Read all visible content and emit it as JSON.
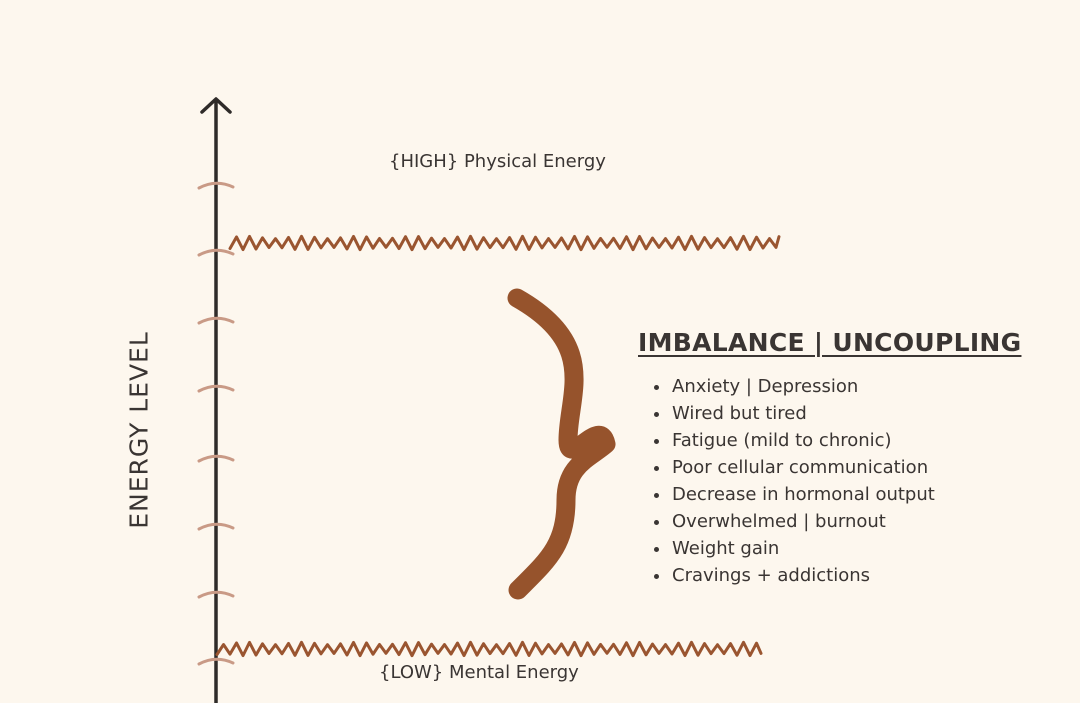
{
  "labels": {
    "high": "{HIGH} Physical Energy",
    "low": "{LOW} Mental Energy",
    "axis": "ENERGY LEVEL"
  },
  "panel": {
    "title": "IMBALANCE | UNCOUPLING",
    "items": [
      "Anxiety | Depression",
      "Wired but tired",
      "Fatigue (mild to chronic)",
      "Poor cellular communication",
      "Decrease in hormonal output",
      "Overwhelmed | burnout",
      "Weight gain",
      "Cravings + addictions"
    ]
  },
  "colors": {
    "background": "#fdf7ee",
    "axis": "#2f2b29",
    "tick": "#c99a86",
    "wave": "#9a5530",
    "brace": "#96532c",
    "text": "#3a3533"
  },
  "icons": {
    "axis_arrow": "arrow-up-icon",
    "brace": "curly-brace-icon"
  }
}
